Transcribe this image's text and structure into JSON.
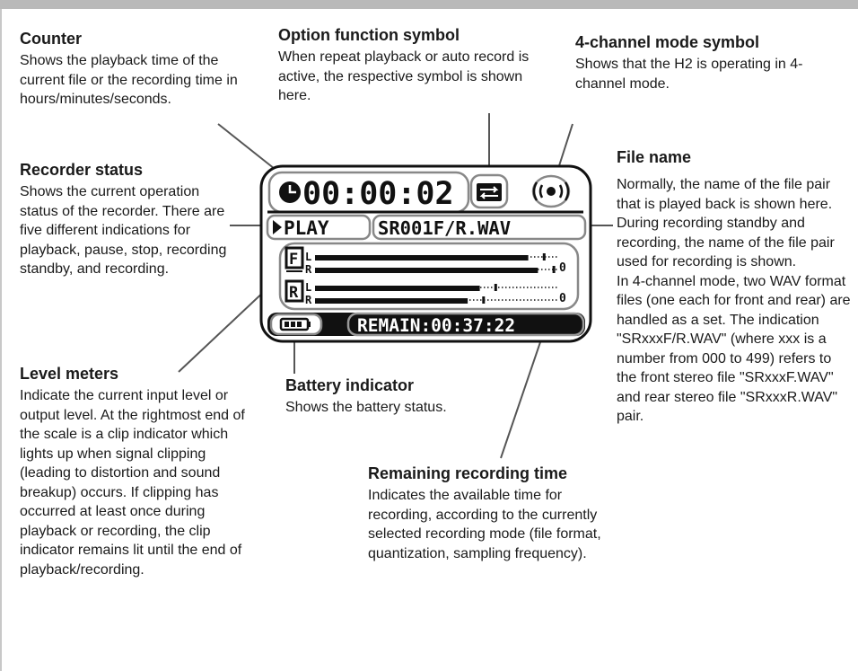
{
  "callouts": {
    "counter": {
      "title": "Counter",
      "body": "Shows the playback time of the current file or the recording time in hours/minutes/seconds."
    },
    "option": {
      "title": "Option function symbol",
      "body": "When repeat playback or auto record is active, the respective symbol is shown here."
    },
    "fourch": {
      "title": "4-channel mode symbol",
      "body": "Shows that the H2 is operating in 4-channel mode."
    },
    "recorder": {
      "title": "Recorder status",
      "body": "Shows the current operation status of the recorder. There are five different indications for playback, pause, stop, recording standby, and recording."
    },
    "filename": {
      "title": "File name",
      "body1": "Normally, the name of the file pair that is played back is shown here. During recording standby and recording, the name of the file pair used for recording is shown.",
      "body2": "In 4-channel mode, two WAV format files (one each for front and rear) are handled as a set. The indication \"SRxxxF/R.WAV\" (where xxx is a number from 000 to 499) refers to the front stereo file \"SRxxxF.WAV\" and rear stereo file \"SRxxxR.WAV\" pair."
    },
    "level": {
      "title": "Level meters",
      "body": "Indicate the current input level or output level. At the rightmost end of the scale is a clip indicator which lights up when signal clipping (leading to distortion and sound breakup) occurs. If clipping has occurred at least once during playback or recording, the clip indicator remains lit until the end of playback/recording."
    },
    "battery": {
      "title": "Battery indicator",
      "body": "Shows the battery status."
    },
    "remaining": {
      "title": "Remaining recording time",
      "body": "Indicates the available time for recording, according to the currently selected recording mode (file format, quantization, sampling frequency)."
    }
  },
  "lcd": {
    "counter": "00:00:02",
    "status": "PLAY",
    "filename": "SR001F/R.WAV",
    "remain": "REMAIN:00:37:22",
    "meter_front_label": "F",
    "meter_rear_label": "R",
    "channel_l": "L",
    "channel_r": "R",
    "clip_mark": "0",
    "levels": {
      "front_l": 0.88,
      "front_r": 0.92,
      "rear_l": 0.68,
      "rear_r": 0.63
    }
  }
}
